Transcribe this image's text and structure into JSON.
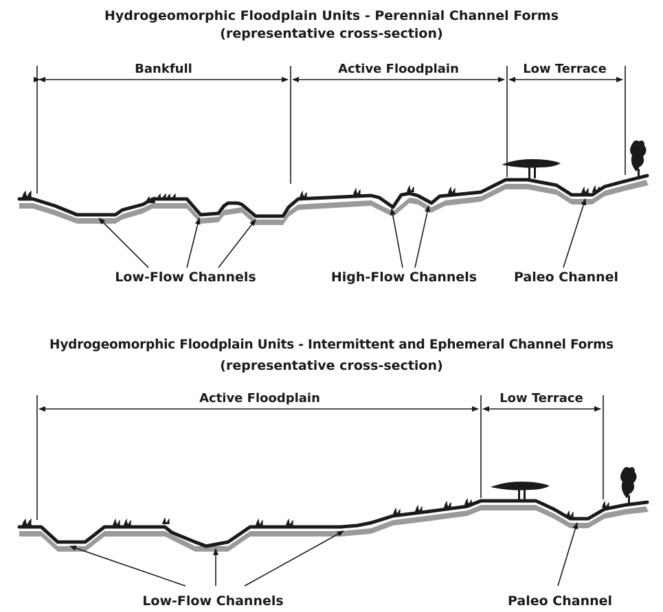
{
  "top": {
    "title": "Hydrogeomorphic Floodplain Units - Perennial Channel Forms",
    "subtitle": "(representative cross-section)",
    "spans": {
      "bankfull": "Bankfull",
      "active_floodplain": "Active Floodplain",
      "low_terrace": "Low Terrace"
    },
    "callouts": {
      "low_flow": "Low-Flow Channels",
      "high_flow": "High-Flow Channels",
      "paleo": "Paleo Channel"
    }
  },
  "bottom": {
    "title": "Hydrogeomorphic Floodplain Units - Intermittent and Ephemeral Channel Forms",
    "subtitle": "(representative cross-section)",
    "spans": {
      "active_floodplain": "Active Floodplain",
      "low_terrace": "Low Terrace"
    },
    "callouts": {
      "low_flow": "Low-Flow Channels",
      "paleo": "Paleo Channel"
    }
  },
  "colors": {
    "ink": "#1a1a1a",
    "ground_shadow": "#9a9a9a"
  }
}
